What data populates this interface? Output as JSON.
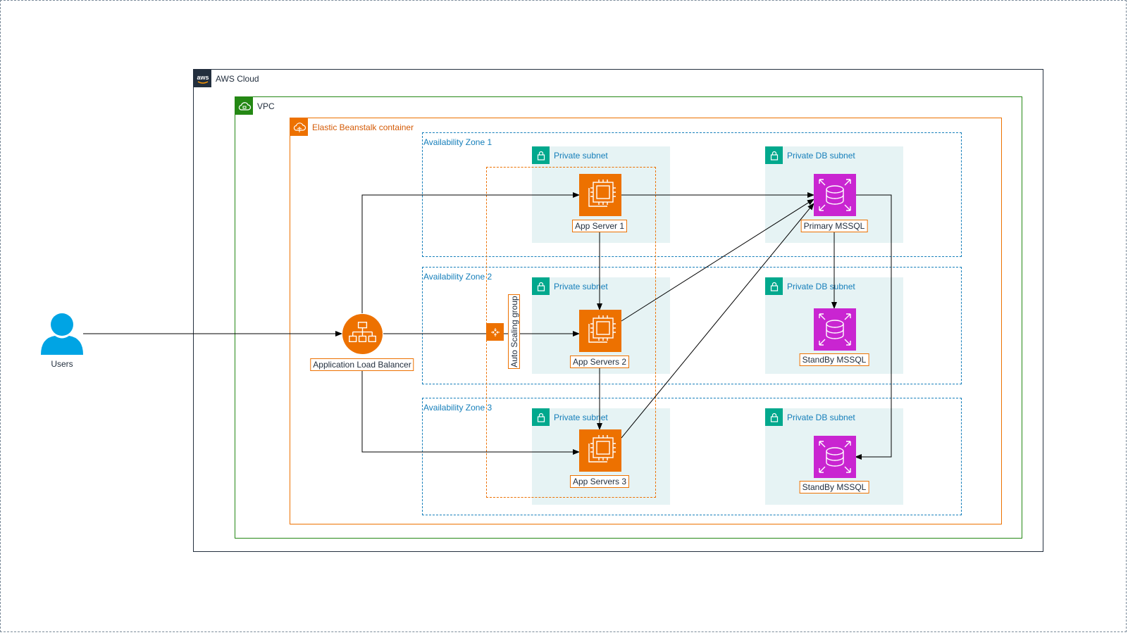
{
  "groups": {
    "aws_cloud": "AWS Cloud",
    "vpc": "VPC",
    "beanstalk": "Elastic Beanstalk container",
    "asg": "Auto Scaling group"
  },
  "zones": [
    {
      "label": "Availability Zone 1"
    },
    {
      "label": "Availability Zone 2"
    },
    {
      "label": "Availability Zone 3"
    }
  ],
  "subnets": {
    "app": [
      "Private subnet",
      "Private subnet",
      "Private subnet"
    ],
    "db": [
      "Private DB subnet",
      "Private DB subnet",
      "Private DB subnet"
    ]
  },
  "nodes": {
    "users": "Users",
    "alb": "Application Load Balancer",
    "app1": "App Server 1",
    "app2": "App Servers 2",
    "app3": "App Servers 3",
    "db_primary": "Primary MSSQL",
    "db_standby1": "StandBy MSSQL",
    "db_standby2": "StandBy MSSQL"
  },
  "colors": {
    "aws_cloud_border": "#232F3E",
    "vpc_border": "#248814",
    "beanstalk_border": "#ED7100",
    "az_border": "#147EBA",
    "subnet_fill": "#E6F3F4",
    "ec2": "#ED7100",
    "rds": "#C925D1",
    "users": "#00A4E4"
  }
}
